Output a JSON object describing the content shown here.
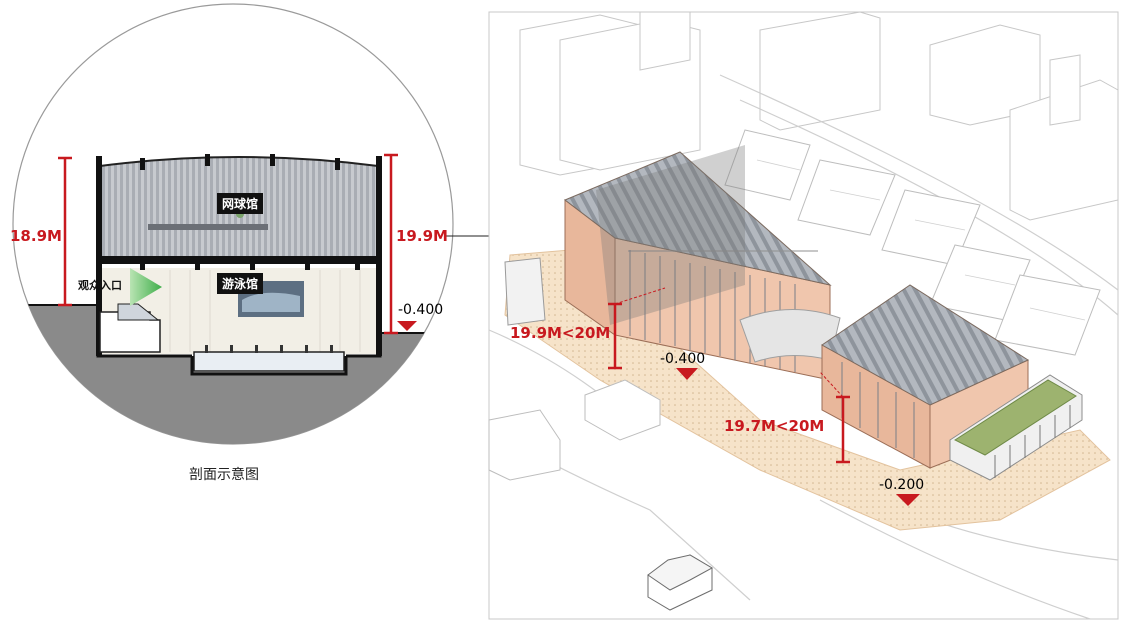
{
  "section": {
    "caption": "剖面示意图",
    "tennis_hall_label": "网球馆",
    "swimming_hall_label": "游泳馆",
    "entrance_label": "观众入口",
    "left_height": "18.9M",
    "right_height": "19.9M",
    "ground_elevation": "-0.400"
  },
  "axonometric": {
    "height_a": "19.9M<20M",
    "height_b": "19.7M<20M",
    "elevation_a": "-0.400",
    "elevation_b": "-0.200"
  },
  "colors": {
    "dimension_red": "#c8191f",
    "ground_gray": "#8a8a8a",
    "building_peach": "#f0c6ad",
    "roof_gray": "#9aa0a8",
    "green_roof": "#9db36f",
    "entrance_arrow": "#5cb85c"
  }
}
